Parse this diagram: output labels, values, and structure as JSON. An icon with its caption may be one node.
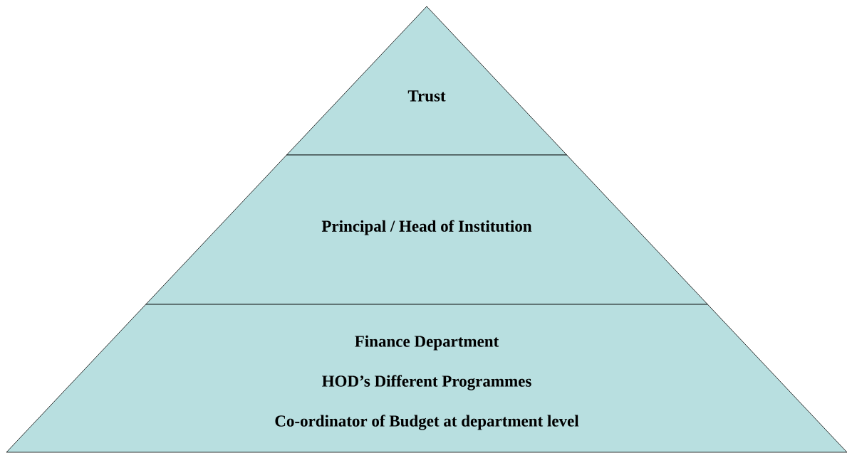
{
  "diagram": {
    "nodes": [
      {
        "text": [
          "Trust"
        ]
      },
      {
        "text": [
          "Principal / Head of Institution"
        ]
      },
      {
        "text": [
          "Finance Department",
          "HOD’s Different Programmes",
          "Co-ordinator of Budget at department level"
        ]
      }
    ]
  }
}
